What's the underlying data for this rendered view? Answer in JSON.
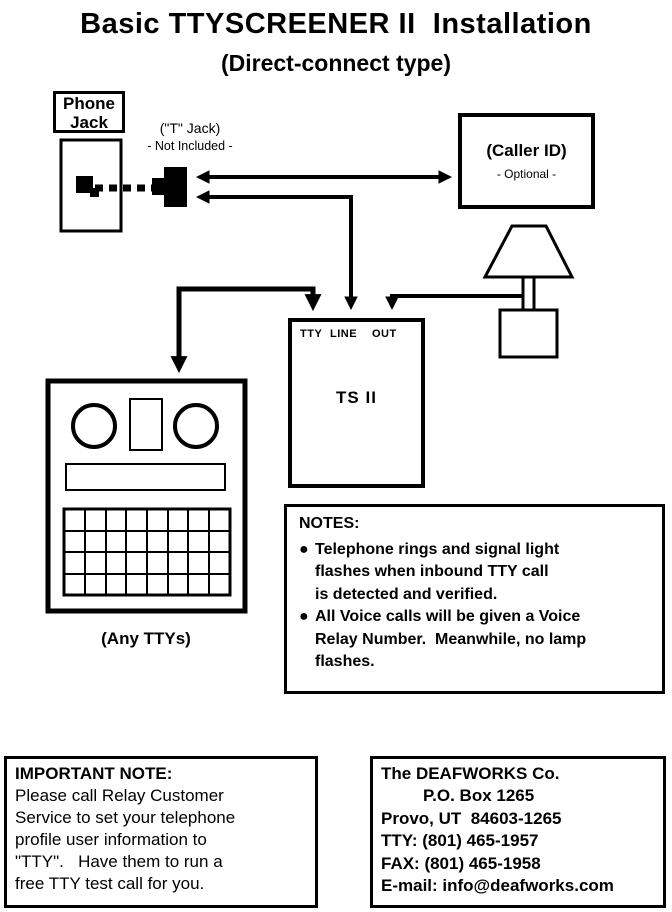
{
  "colors": {
    "ink": "#000000",
    "paper": "#ffffff"
  },
  "title": "Basic TTYSCREENER II  Installation",
  "subtitle": "(Direct-connect type)",
  "phone_jack": {
    "label": "Phone\nJack"
  },
  "t_jack": {
    "label": "(\"T\" Jack)",
    "note": "- Not Included -"
  },
  "caller_id": {
    "label": "(Caller ID)",
    "note": "- Optional -"
  },
  "ts2": {
    "ports": {
      "tty": "TTY",
      "line": "LINE",
      "out": "OUT"
    },
    "label": "TS II"
  },
  "tty_caption": "(Any TTYs)",
  "notes": {
    "heading": "NOTES:",
    "bullet": "●",
    "items": [
      "Telephone rings and signal light\nflashes when inbound TTY call\nis detected and verified.",
      "All Voice calls will be given a Voice\nRelay Number.  Meanwhile, no lamp\nflashes."
    ]
  },
  "important_note": {
    "heading": "IMPORTANT NOTE:",
    "body": "Please call Relay Customer\nService to set your telephone\nprofile user information to\n\"TTY\".   Have them to run a\nfree TTY test call for you."
  },
  "company": {
    "name": "The DEAFWORKS Co.",
    "po_box": "P.O. Box 1265",
    "address": "Provo, UT  84603-1265",
    "tty": "TTY: (801) 465-1957",
    "fax": "FAX: (801) 465-1958",
    "email": "E-mail: info@deafworks.com"
  }
}
